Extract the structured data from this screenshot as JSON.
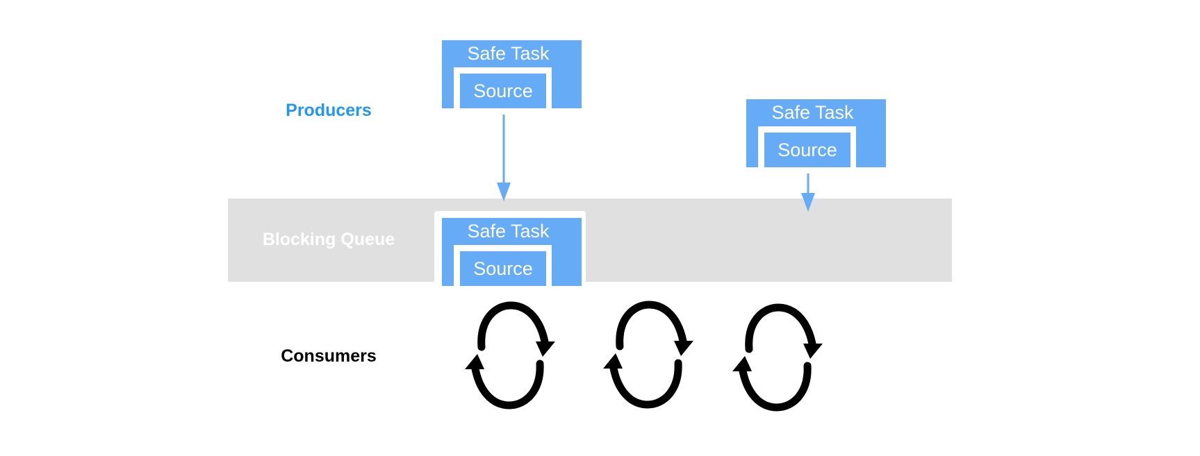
{
  "colors": {
    "task_blue": "#66abf5",
    "arrow_blue": "#66abf5",
    "queue_gray": "#e0e0e0",
    "producers_label": "#2196f3",
    "queue_label": "#ffffff",
    "consumers_label": "#000000",
    "cycle_icon": "#000000"
  },
  "labels": {
    "producers": "Producers",
    "blocking_queue": "Blocking Queue",
    "consumers": "Consumers"
  },
  "producer_tasks": [
    {
      "title": "Safe Task",
      "source": "Source"
    },
    {
      "title": "Safe Task",
      "source": "Source"
    }
  ],
  "queue_tasks": [
    {
      "title": "Safe Task",
      "source": "Source"
    }
  ],
  "consumer_icons": [
    "refresh-cycle-icon",
    "refresh-cycle-icon",
    "refresh-cycle-icon"
  ]
}
